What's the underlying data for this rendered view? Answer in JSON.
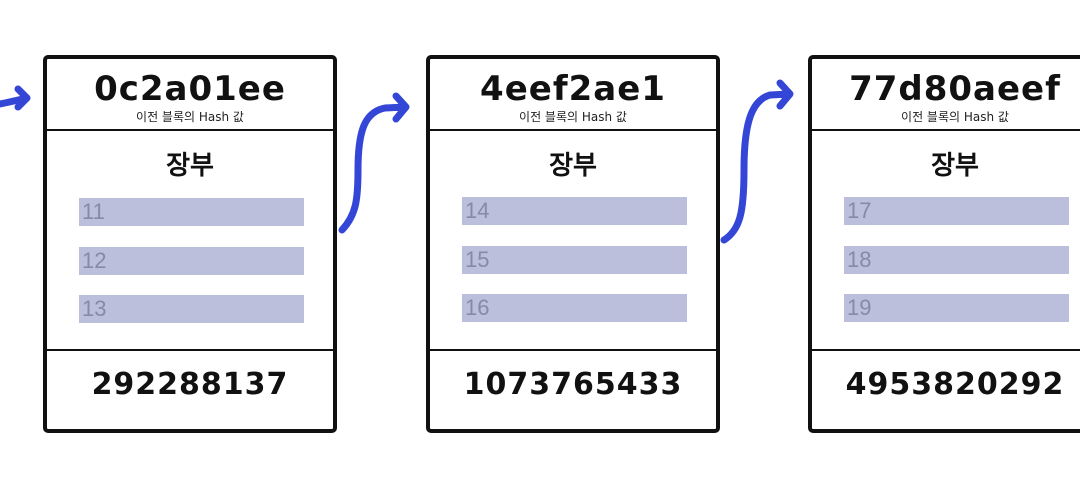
{
  "blocks": [
    {
      "hash": "0c2a01ee",
      "prev_hash_label": "이전 블록의 Hash 값",
      "ledger_title": "장부",
      "entries": [
        "11",
        "12",
        "13"
      ],
      "nonce": "292288137"
    },
    {
      "hash": "4eef2ae1",
      "prev_hash_label": "이전 블록의 Hash 값",
      "ledger_title": "장부",
      "entries": [
        "14",
        "15",
        "16"
      ],
      "nonce": "1073765433"
    },
    {
      "hash": "77d80aeef",
      "prev_hash_label": "이전 블록의 Hash 값",
      "ledger_title": "장부",
      "entries": [
        "17",
        "18",
        "19"
      ],
      "nonce": "4953820292"
    }
  ],
  "colors": {
    "arrow": "#3446d6",
    "entry_bg": "#bcbfdb",
    "entry_text": "#858aa8",
    "border": "#111111"
  }
}
